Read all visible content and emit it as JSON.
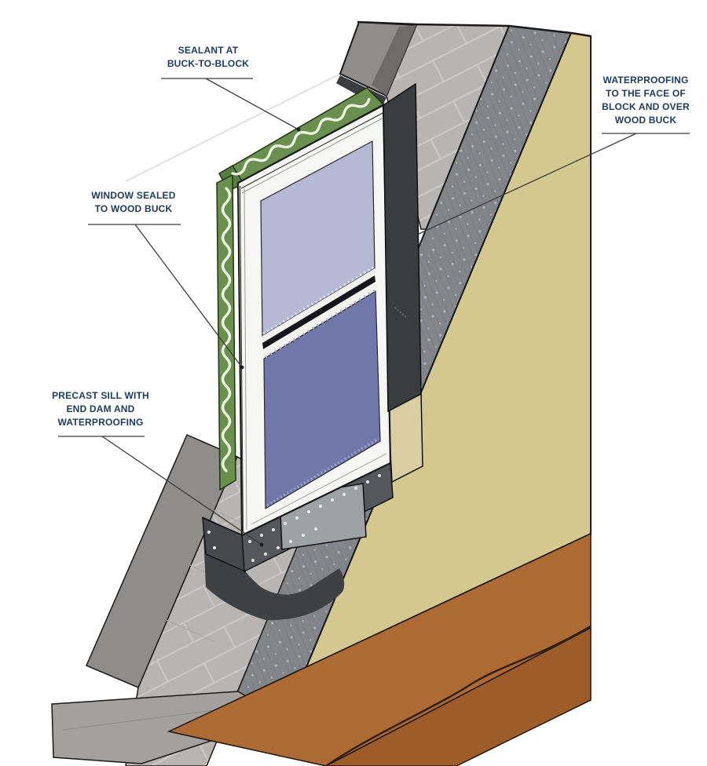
{
  "figure": {
    "description": "Axonometric construction detail: window installed in a concrete-block wall opening with wood buck, sealant, waterproofing membrane and precast sill"
  },
  "labels": {
    "sealant": {
      "text": "SEALANT AT\nBUCK-TO-BLOCK"
    },
    "waterproofing": {
      "text": "WATERPROOFING\nTO THE FACE OF\nBLOCK AND OVER\nWOOD BUCK"
    },
    "window_sealed": {
      "text": "WINDOW SEALED\nTO WOOD BUCK"
    },
    "precast_sill": {
      "text": "PRECAST SILL WITH\nEND DAM AND\nWATERPROOFING"
    }
  },
  "colors": {
    "label_text": "#1e3a5c",
    "leader": "#3c3c3c",
    "outline": "#1a1a1a",
    "green_buck": "#69904f",
    "green_buck_dark": "#587f42",
    "sealant_bead": "#ecf3de",
    "cmu_face": "#b7b4b1",
    "cmu_mortar": "#c9c6c3",
    "cmu_cut": "#8f8d8b",
    "cmu_cut_dark": "#6e6c6a",
    "membrane": "#82868b",
    "membrane_line": "#7a7e83",
    "membrane_dot": "#aeb2b7",
    "jamb_wrap": "#3a3d3f",
    "sill_wrap": "#54585b",
    "sill_end": "#46494c",
    "sill_step": "#9da2a4",
    "under_sill_shadow": "#3e4144",
    "wood_buck": "#d9cda2",
    "stucco_tan": "#d5c88e",
    "brown_upper": "#ad6a33",
    "brown_lower": "#9e5c28",
    "brown_seam": "#30200e",
    "glass_upper": "#b5b9d4",
    "glass_lower": "#6f78a9",
    "frame_white": "#f6f6f4",
    "base_fascia": "#a3a09d"
  }
}
